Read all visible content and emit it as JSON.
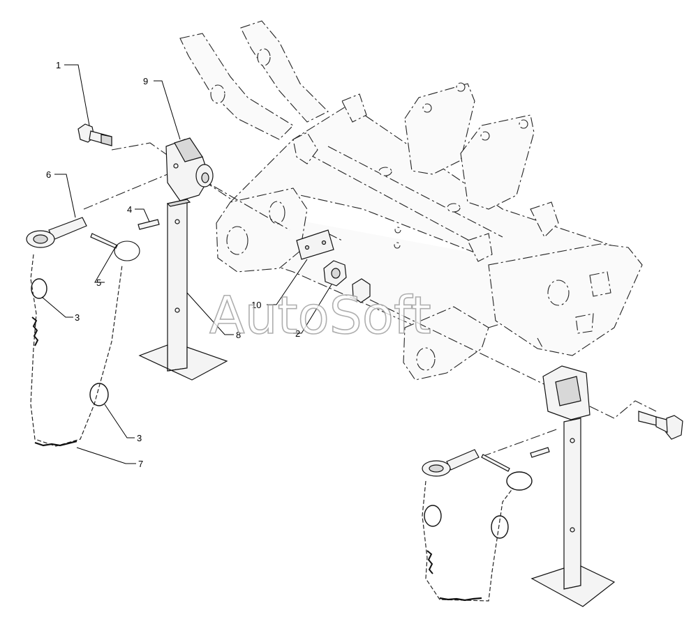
{
  "watermark": "AutoSoft",
  "callouts": [
    {
      "id": "c1",
      "label": "1"
    },
    {
      "id": "c2",
      "label": "2"
    },
    {
      "id": "c3a",
      "label": "3"
    },
    {
      "id": "c3b",
      "label": "3"
    },
    {
      "id": "c4",
      "label": "4"
    },
    {
      "id": "c5",
      "label": "5"
    },
    {
      "id": "c6",
      "label": "6"
    },
    {
      "id": "c7",
      "label": "7"
    },
    {
      "id": "c8",
      "label": "8"
    },
    {
      "id": "c9",
      "label": "9"
    },
    {
      "id": "c10",
      "label": "10"
    }
  ]
}
